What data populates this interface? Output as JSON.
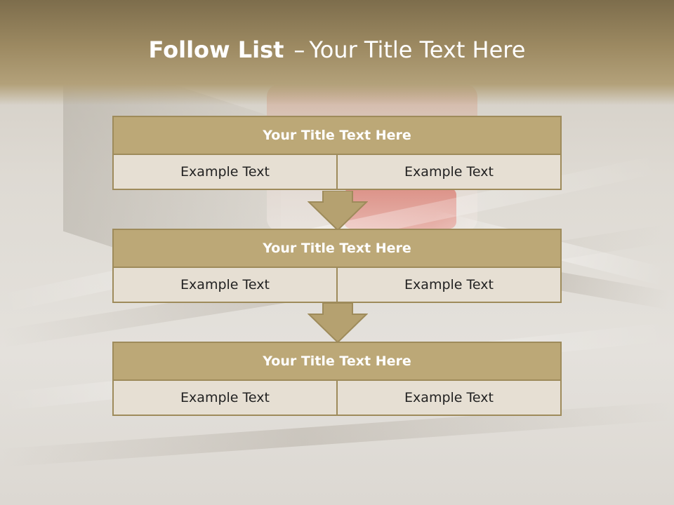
{
  "title": {
    "main": "Follow List",
    "separator": "–",
    "sub": "Your Title Text Here"
  },
  "steps": [
    {
      "heading": "Your Title Text Here",
      "left": "Example Text",
      "right": "Example Text"
    },
    {
      "heading": "Your Title Text Here",
      "left": "Example Text",
      "right": "Example Text"
    },
    {
      "heading": "Your Title Text Here",
      "left": "Example Text",
      "right": "Example Text"
    }
  ],
  "colors": {
    "header": "#9d8a62",
    "block_fill": "#bca877",
    "block_border": "#9e8b5b",
    "cell_fill": "#e6dfd3"
  },
  "icons": [
    "down-arrow-icon",
    "down-arrow-icon"
  ]
}
